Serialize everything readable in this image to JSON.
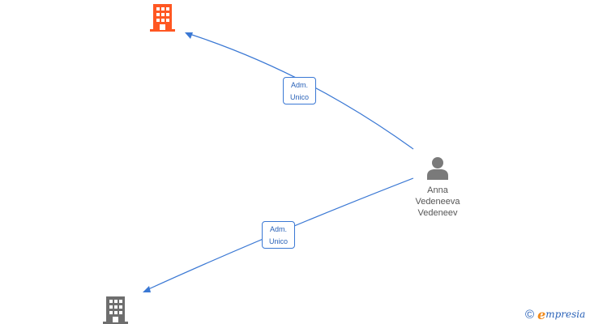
{
  "nodes": {
    "company_top": {
      "icon": "building-icon",
      "color": "#ff5722"
    },
    "company_bottom": {
      "icon": "building-icon",
      "color": "#6e6e6e"
    },
    "person": {
      "icon": "person-icon",
      "color": "#7a7a7a",
      "name_lines": [
        "Anna",
        "Vedeneeva",
        "Vedeneev"
      ]
    }
  },
  "edges": [
    {
      "label_line1": "Adm.",
      "label_line2": "Unico"
    },
    {
      "label_line1": "Adm.",
      "label_line2": "Unico"
    }
  ],
  "edge_color": "#3a78d4",
  "brand": {
    "symbol": "©",
    "first_letter": "e",
    "rest": "mpresia"
  }
}
